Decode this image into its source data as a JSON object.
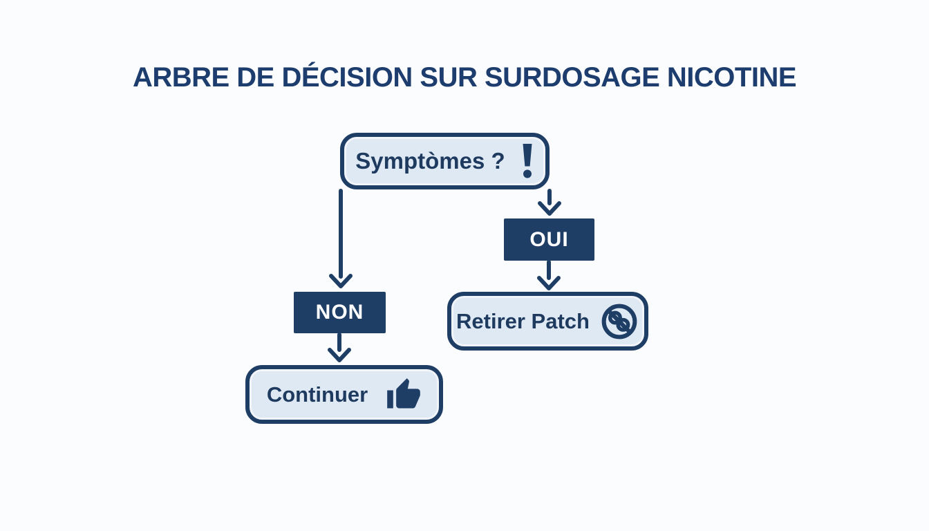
{
  "title": "ARBRE DE DÉCISION SUR SURDOSAGE NICOTINE",
  "diagram": {
    "type": "decision-tree",
    "nodes": {
      "root": {
        "label": "Symptòmes ?",
        "kind": "question",
        "icon": "exclamation-icon"
      },
      "yes": {
        "label": "OUI",
        "kind": "branch"
      },
      "no": {
        "label": "NON",
        "kind": "branch"
      },
      "remove": {
        "label": "Retirer Patch",
        "kind": "action",
        "icon": "no-patch-icon"
      },
      "continue": {
        "label": "Continuer",
        "kind": "action",
        "icon": "thumbs-up-icon"
      }
    },
    "edges": [
      {
        "from": "root",
        "to": "yes"
      },
      {
        "from": "yes",
        "to": "remove"
      },
      {
        "from": "root",
        "to": "no"
      },
      {
        "from": "no",
        "to": "continue"
      }
    ]
  },
  "colors": {
    "navy": "#1f3e66",
    "title_navy": "#1c3d6e",
    "text_navy": "#1e3a5f",
    "light_fill": "#dfe9f4",
    "background": "#fbfcfe",
    "branch_text": "#ffffff"
  }
}
